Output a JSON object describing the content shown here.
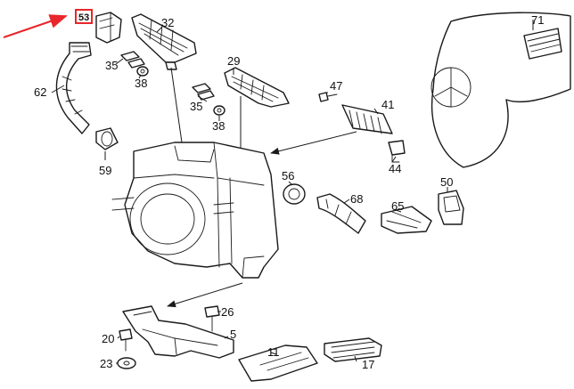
{
  "diagram": {
    "highlight_color": "#e8262b",
    "line_color": "#1a1a1a",
    "highlighted_part": "53",
    "callouts": {
      "p71": "71",
      "p32": "32",
      "p35a": "35",
      "p38a": "38",
      "p62": "62",
      "p59": "59",
      "p29": "29",
      "p35b": "35",
      "p38b": "38",
      "p47": "47",
      "p41": "41",
      "p44": "44",
      "p56": "56",
      "p68": "68",
      "p65": "65",
      "p50": "50",
      "p26": "26",
      "p20": "20",
      "p5": "5",
      "p23": "23",
      "p11": "11",
      "p17": "17"
    }
  }
}
